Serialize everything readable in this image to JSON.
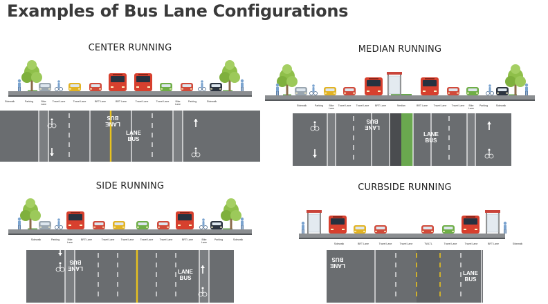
{
  "title": "Examples of Bus Lane Configurations",
  "colors": {
    "asphalt": "#6a6d70",
    "dark_asphalt": "#4a4c4f",
    "median_green": "#6aa84f",
    "yellow_line": "#e8c21e",
    "bus_red": "#d7402e",
    "tree_green": "#8fbf4a",
    "person_blue": "#7aa3cf",
    "station_red": "#c9443a"
  },
  "panels": {
    "center": {
      "title": "CENTER RUNNING",
      "labels": [
        "Sidewalk",
        "Parking",
        "Bike Lane",
        "Travel Lane",
        "Travel Lane",
        "BRT Lane",
        "BRT Lane",
        "Travel Lane",
        "Travel Lane",
        "Bike Lane",
        "Parking",
        "Sidewalk"
      ],
      "lane_text_left": "LANE BUS",
      "lane_text_right": "LANE BUS"
    },
    "median": {
      "title": "MEDIAN RUNNING",
      "labels": [
        "Sidewalk",
        "Parking",
        "Bike Lane",
        "Travel Lane",
        "Travel Lane",
        "BRT Lane",
        "Median",
        "BRT Lane",
        "Travel Lane",
        "Travel Lane",
        "Bike Lane",
        "Parking",
        "Sidewalk"
      ],
      "lane_text_left": "LANE BUS",
      "lane_text_right": "LANE BUS"
    },
    "side": {
      "title": "SIDE RUNNING",
      "labels": [
        "Sidewalk",
        "Parking",
        "Bike Lane",
        "BRT Lane",
        "Travel Lane",
        "Travel Lane",
        "Travel Lane",
        "Travel Lane",
        "BRT Lane",
        "Bike Lane",
        "Parking",
        "Sidewalk"
      ],
      "lane_text_left": "LANE BUS",
      "lane_text_right": "LANE BUS"
    },
    "curbside": {
      "title": "CURBSIDE RUNNING",
      "labels": [
        "Sidewalk",
        "BRT Lane",
        "Travel Lane",
        "Travel Lane",
        "TWLTL",
        "Travel Lane",
        "Travel Lane",
        "BRT Lane",
        "Sidewalk"
      ],
      "lane_text_left": "LANE BUS",
      "lane_text_right": "LANE BUS"
    }
  }
}
